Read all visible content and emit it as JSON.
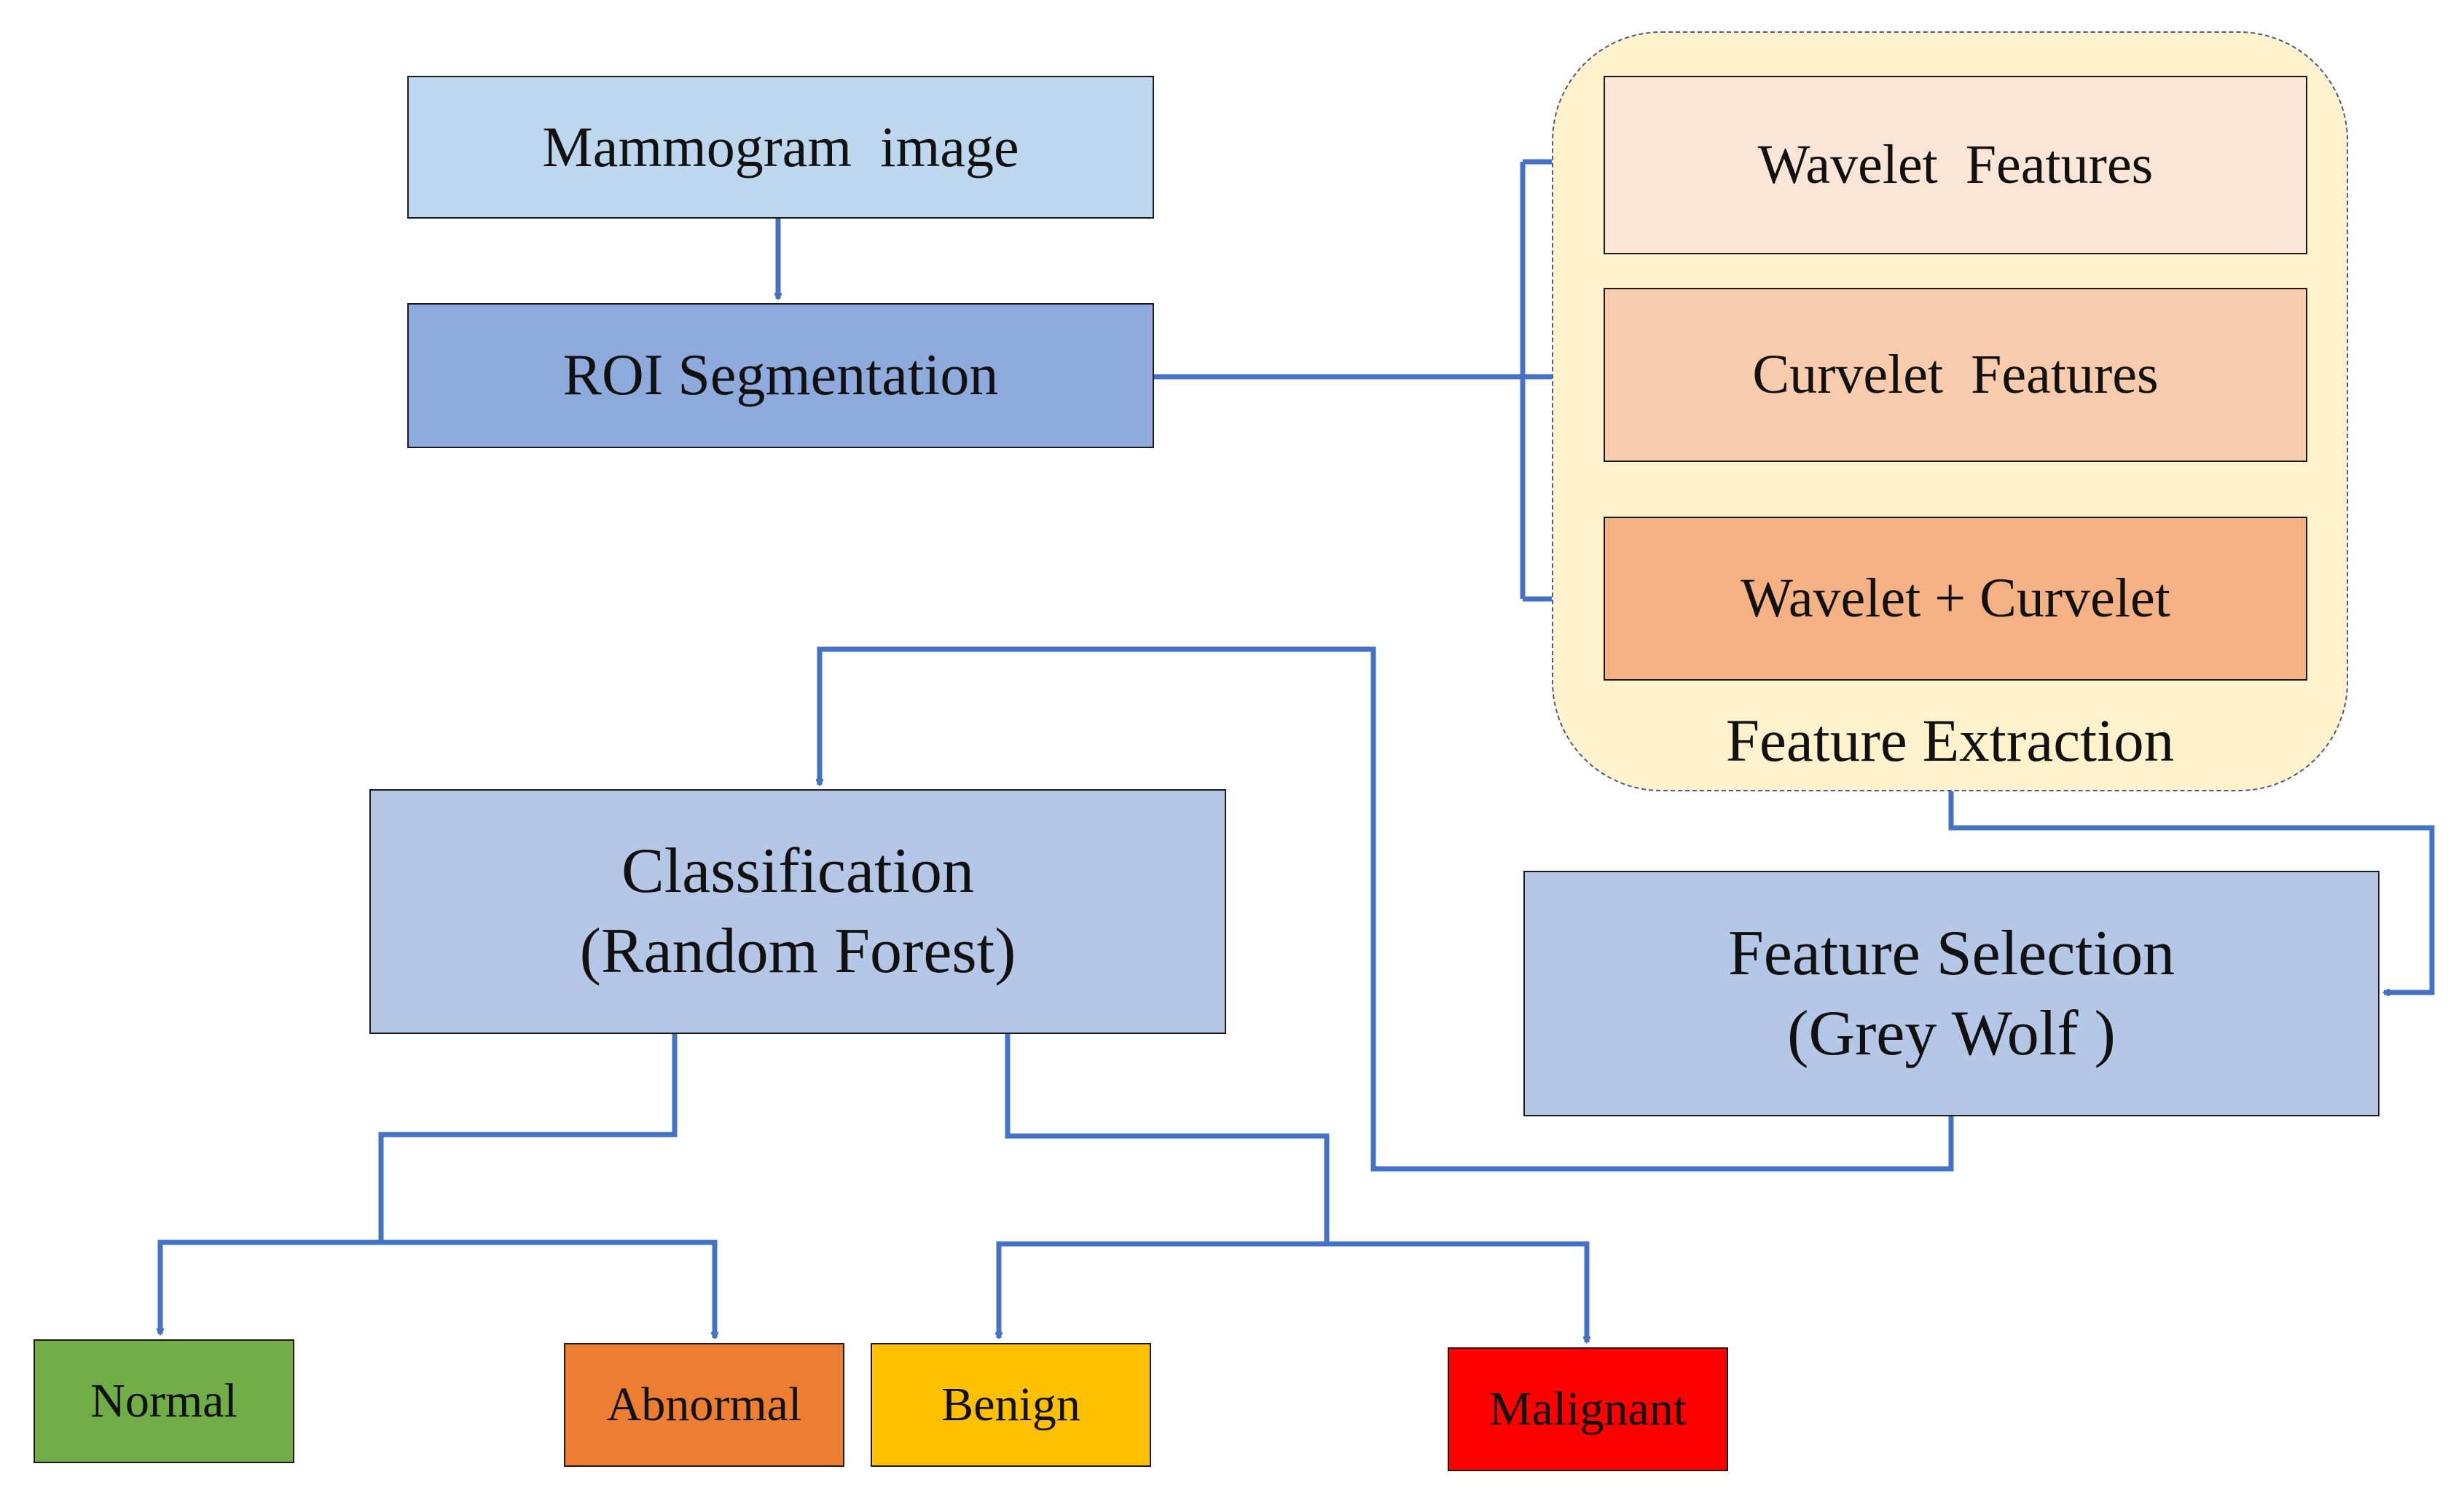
{
  "nodes": {
    "mammogram": {
      "label": "Mammogram  image",
      "color": "#bdd7ee"
    },
    "roi": {
      "label": "ROI Segmentation",
      "color": "#8faadc"
    },
    "wavelet": {
      "label": "Wavelet  Features",
      "color": "#fbe5d6"
    },
    "curvelet": {
      "label": "Curvelet  Features",
      "color": "#f8cbad"
    },
    "wavelet_curvelet": {
      "label": "Wavelet + Curvelet",
      "color": "#f4b183"
    },
    "feature_extraction": {
      "label": "Feature Extraction",
      "color": "#fff2cc"
    },
    "feature_selection": {
      "line1": "Feature Selection",
      "line2": "(Grey Wolf )",
      "color": "#b4c7e7"
    },
    "classification": {
      "line1": "Classification",
      "line2": "(Random Forest)",
      "color": "#b4c7e7"
    },
    "normal": {
      "label": "Normal",
      "color": "#70ad47"
    },
    "abnormal": {
      "label": "Abnormal",
      "color": "#ed7d31"
    },
    "benign": {
      "label": "Benign",
      "color": "#ffc000"
    },
    "malignant": {
      "label": "Malignant",
      "color": "#ff0000"
    }
  },
  "colors": {
    "connector": "#4472c4"
  }
}
